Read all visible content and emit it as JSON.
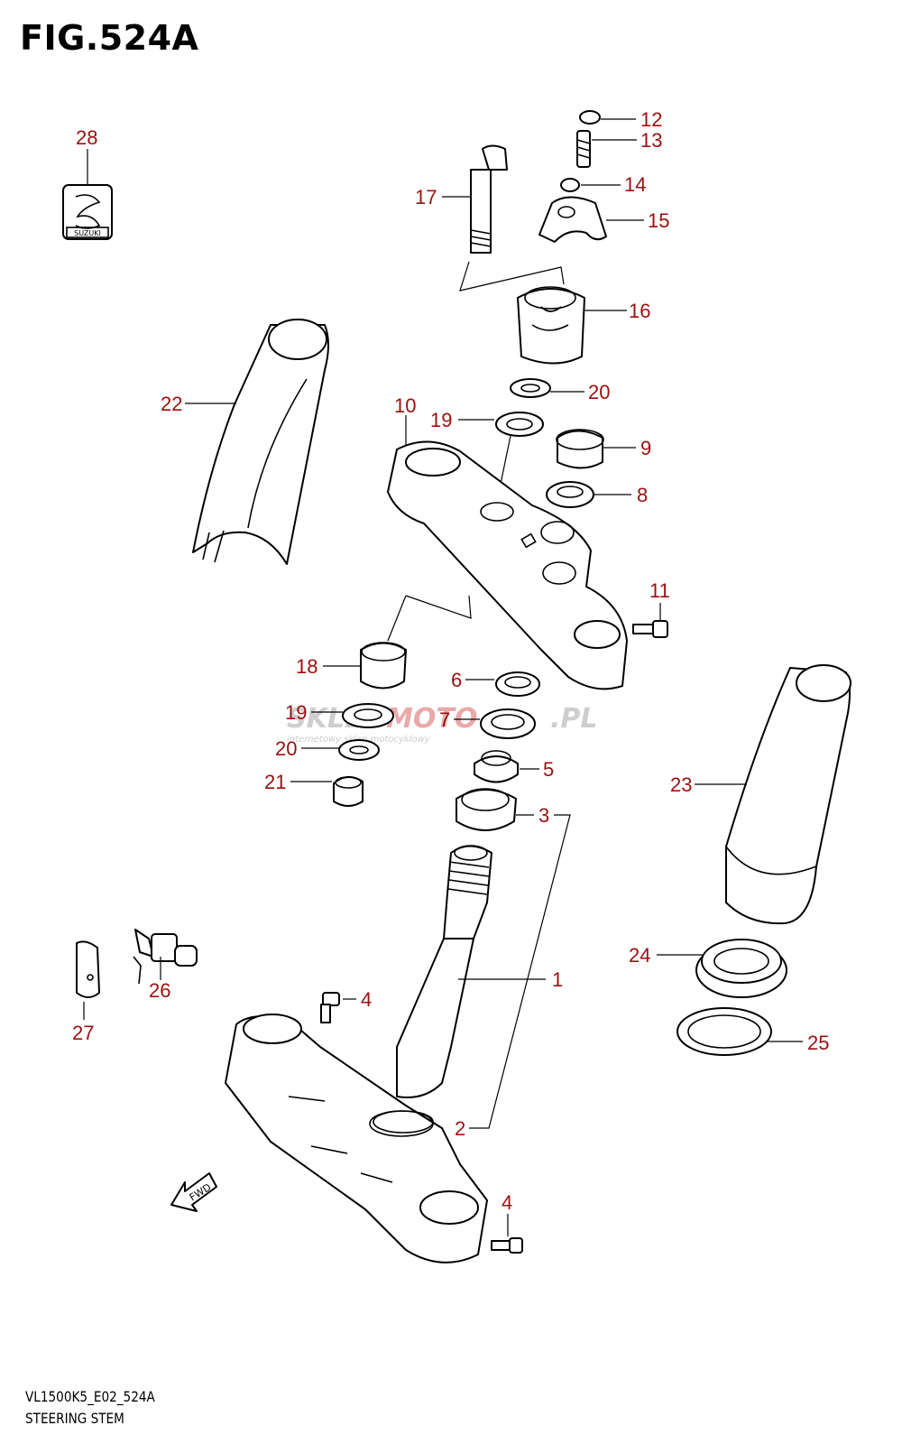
{
  "figure": {
    "title": "FIG.524A",
    "code": "VL1500K5_E02_524A",
    "name": "STEERING STEM"
  },
  "callouts": {
    "c1": "1",
    "c2": "2",
    "c3": "3",
    "c4a": "4",
    "c4b": "4",
    "c5": "5",
    "c6": "6",
    "c7": "7",
    "c8": "8",
    "c9": "9",
    "c10": "10",
    "c11": "11",
    "c12": "12",
    "c13": "13",
    "c14": "14",
    "c15": "15",
    "c16": "16",
    "c17": "17",
    "c18": "18",
    "c19a": "19",
    "c19b": "19",
    "c20a": "20",
    "c20b": "20",
    "c21": "21",
    "c22": "22",
    "c23": "23",
    "c24": "24",
    "c25": "25",
    "c26": "26",
    "c27": "27",
    "c28": "28"
  },
  "badge_text": "SUZUKI",
  "fwd_label": "FWD",
  "watermark": {
    "main_a": "SKLEP",
    "main_b": "MOTO",
    "main_c": ".PL",
    "sub": "internetowy sklep motocyklowy"
  },
  "colors": {
    "callout": "#9b1010",
    "watermark_gray": "#c9c9c9",
    "watermark_red": "#e8a0a0"
  }
}
